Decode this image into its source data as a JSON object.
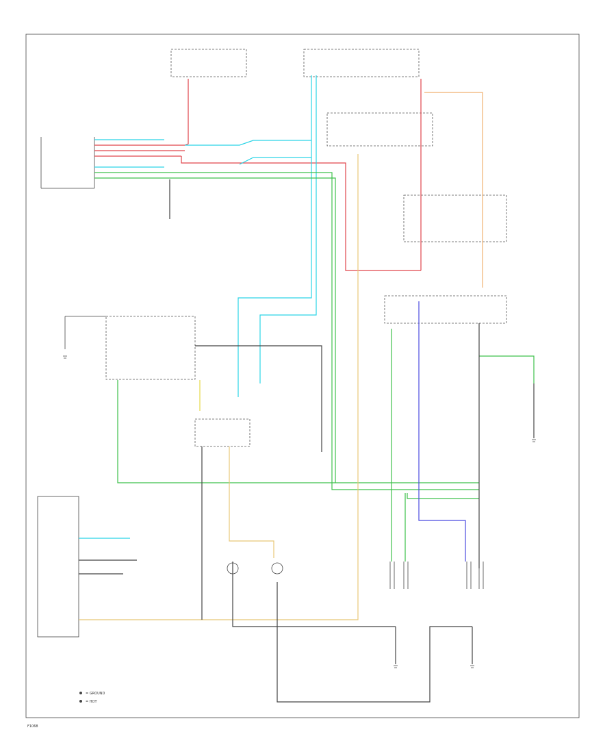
{
  "diagram": {
    "colors": {
      "frame": "#444444",
      "red": "#e0444a",
      "cyan": "#2ad4e6",
      "green": "#3cc04a",
      "orange": "#f0b070",
      "yellow": "#e6d84a",
      "blue": "#4a4ae0",
      "tan": "#e8c878"
    },
    "legend": [
      "= GROUND",
      "= HOT"
    ],
    "footer_code": "F1068"
  }
}
